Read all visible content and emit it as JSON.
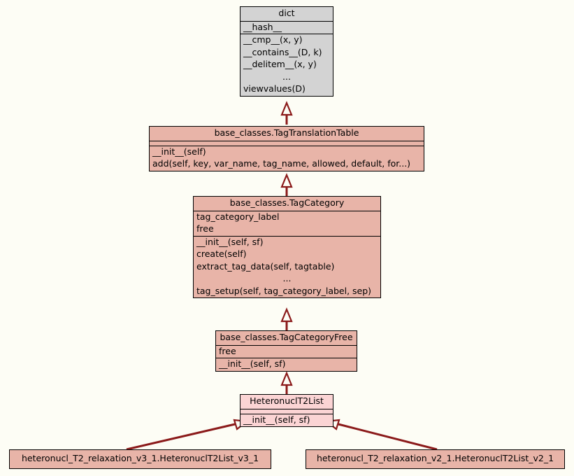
{
  "diagram": {
    "kind": "uml-class-diagram",
    "background_color": "#fdfdf5",
    "edge_color": "#8b1a1a",
    "border_color": "#000000",
    "colors": {
      "builtin_class": "#d3d3d3",
      "base_class": "#e8b4a8",
      "current_class": "#fbd4d4"
    }
  },
  "nodes": {
    "dict": {
      "title": "dict",
      "attributes": [
        "__hash__"
      ],
      "methods": [
        "__cmp__(x, y)",
        "__contains__(D, k)",
        "__delitem__(x, y)",
        "...",
        "viewvalues(D)"
      ]
    },
    "tag_translation_table": {
      "title": "base_classes.TagTranslationTable",
      "attributes": [],
      "methods": [
        "__init__(self)",
        "add(self, key, var_name, tag_name, allowed, default, for...)"
      ]
    },
    "tag_category": {
      "title": "base_classes.TagCategory",
      "attributes": [
        "tag_category_label",
        "free"
      ],
      "methods": [
        "__init__(self, sf)",
        "create(self)",
        "extract_tag_data(self, tagtable)",
        "...",
        "tag_setup(self, tag_category_label, sep)"
      ]
    },
    "tag_category_free": {
      "title": "base_classes.TagCategoryFree",
      "attributes": [
        "free"
      ],
      "methods": [
        "__init__(self, sf)"
      ]
    },
    "heteronucl_t2_list": {
      "title": "HeteronuclT2List",
      "attributes": [],
      "methods": [
        "__init__(self, sf)"
      ]
    },
    "heteronucl_t2_list_v3_1": {
      "title": "heteronucl_T2_relaxation_v3_1.HeteronuclT2List_v3_1",
      "attributes": [],
      "methods": []
    },
    "heteronucl_t2_list_v2_1": {
      "title": "heteronucl_T2_relaxation_v2_1.HeteronuclT2List_v2_1",
      "attributes": [],
      "methods": []
    }
  },
  "edges": [
    {
      "from": "tag_translation_table",
      "to": "dict",
      "type": "generalization"
    },
    {
      "from": "tag_category",
      "to": "tag_translation_table",
      "type": "generalization"
    },
    {
      "from": "tag_category_free",
      "to": "tag_category",
      "type": "generalization"
    },
    {
      "from": "heteronucl_t2_list",
      "to": "tag_category_free",
      "type": "generalization"
    },
    {
      "from": "heteronucl_t2_list_v3_1",
      "to": "heteronucl_t2_list",
      "type": "generalization"
    },
    {
      "from": "heteronucl_t2_list_v2_1",
      "to": "heteronucl_t2_list",
      "type": "generalization"
    }
  ]
}
